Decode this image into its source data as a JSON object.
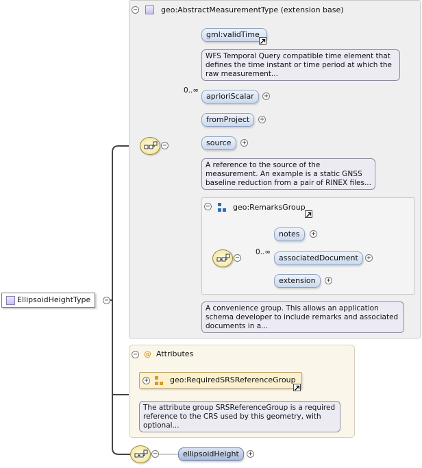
{
  "root": {
    "label": "EllipsoidHeightType"
  },
  "extension_panel": {
    "title": "geo:AbstractMeasurementType (extension base)",
    "elements": [
      {
        "label": "gml:validTime",
        "doc": "WFS Temporal Query compatible time element that defines the time instant or time period at which the raw measurement..."
      },
      {
        "label": "aprioriScalar",
        "occurrence": "0..∞"
      },
      {
        "label": "fromProject"
      },
      {
        "label": "source",
        "doc": "A reference to the source of the measurement. An example is a static GNSS baseline reduction from a pair of RINEX files..."
      }
    ],
    "remarks_group": {
      "title": "geo:RemarksGroup",
      "elements": [
        {
          "label": "notes"
        },
        {
          "label": "associatedDocument",
          "occurrence": "0..∞"
        },
        {
          "label": "extension"
        }
      ],
      "doc": "A convenience group. This allows an application schema developer to include remarks and associated documents in a..."
    }
  },
  "attributes_panel": {
    "title": "Attributes",
    "at_symbol": "@",
    "group": {
      "label": "geo:RequiredSRSReferenceGroup",
      "doc": "The attribute group SRSReferenceGroup is a required reference to the CRS used by this geometry, with optional..."
    }
  },
  "bottom_element": {
    "label": "ellipsoidHeight"
  },
  "icons": {
    "collapse": "minus-icon",
    "expand": "plus-icon",
    "sequence": "sequence-icon",
    "external_link": "external-link-icon",
    "complex_type": "complex-type-icon",
    "group": "group-icon",
    "attribute_group": "attribute-group-icon"
  },
  "glyphs": {
    "minus": "−",
    "plus": "+"
  },
  "colors": {
    "element_fill": "#cbd9ee",
    "doc_fill": "#ecebf4",
    "attributes_fill": "#fbf6ea",
    "sequence_fill": "#efe29a",
    "connector": "#444444"
  }
}
